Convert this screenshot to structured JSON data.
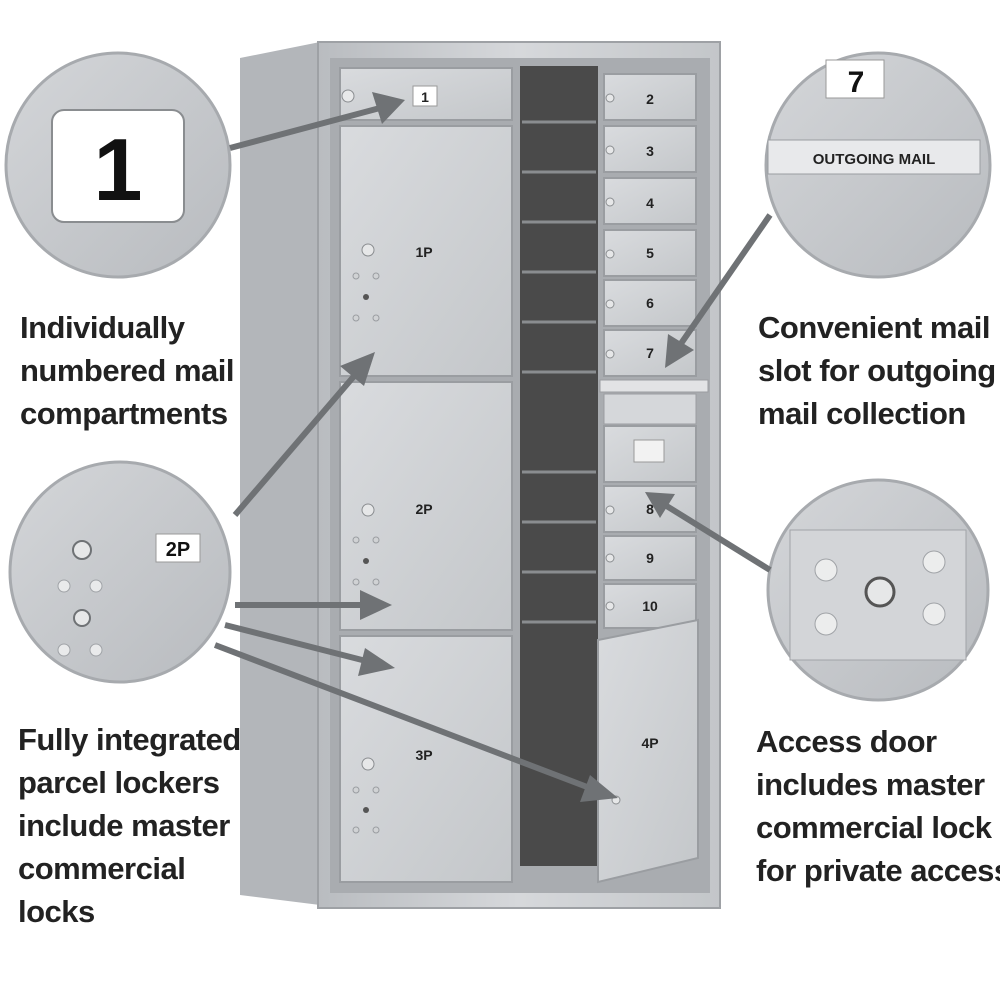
{
  "zoom_number": "1",
  "zoom_slot_number": "7",
  "zoom_slot_label": "OUTGOING MAIL",
  "zoom_parcel_label": "2P",
  "mail_doors": [
    "1",
    "2",
    "3",
    "4",
    "5",
    "6",
    "7",
    "8",
    "9",
    "10"
  ],
  "parcel_doors": [
    "1P",
    "2P",
    "3P",
    "4P"
  ],
  "features": {
    "numbered": [
      "Individually",
      "numbered mail",
      "compartments"
    ],
    "slot": [
      "Convenient mail",
      "slot for outgoing",
      "mail collection"
    ],
    "parcel": [
      "Fully integrated",
      "parcel lockers",
      "include master",
      "commercial",
      "locks"
    ],
    "access": [
      "Access door",
      "includes master",
      "commercial lock",
      "for private access"
    ]
  },
  "colors": {
    "metal": "#c9cbce",
    "metal_light": "#dcdee0",
    "metal_dark": "#9ea1a5",
    "arrow": "#6f7275",
    "text": "#222222"
  }
}
